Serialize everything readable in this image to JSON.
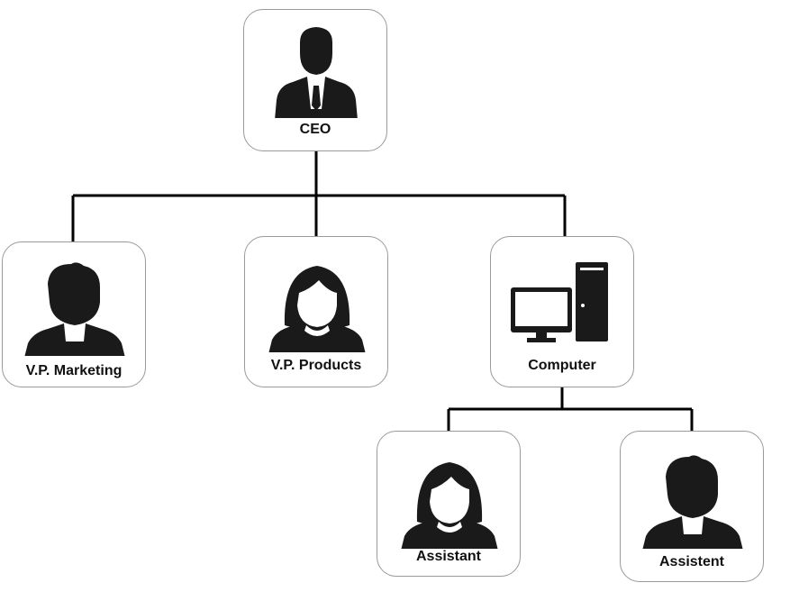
{
  "nodes": {
    "ceo": {
      "label": "CEO",
      "icon": "man-in-suit-icon"
    },
    "vpm": {
      "label": "V.P. Marketing",
      "icon": "man-silhouette-icon"
    },
    "vpp": {
      "label": "V.P. Products",
      "icon": "woman-silhouette-icon"
    },
    "comp": {
      "label": "Computer",
      "icon": "desktop-computer-icon"
    },
    "asst1": {
      "label": "Assistant",
      "icon": "woman-silhouette-icon"
    },
    "asst2": {
      "label": "Assistent",
      "icon": "man-silhouette-icon"
    }
  },
  "colors": {
    "line": "#000000",
    "border": "#9a9a9a",
    "icon": "#1a1a1a"
  }
}
